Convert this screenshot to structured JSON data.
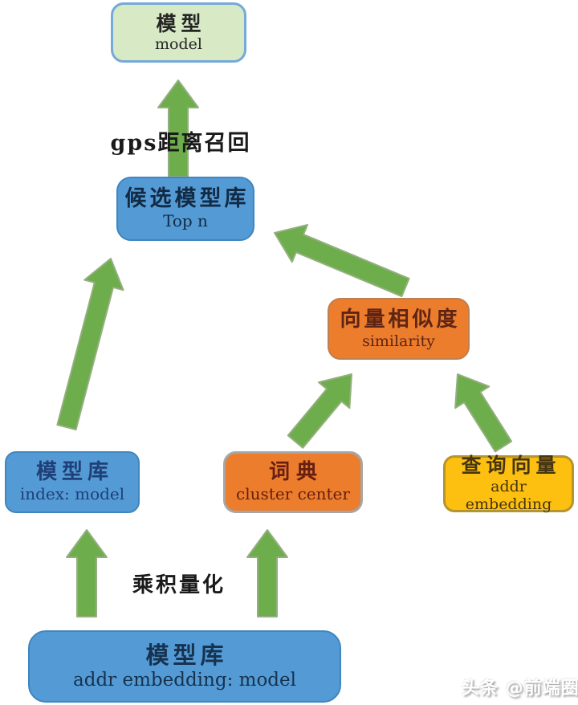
{
  "diagram": {
    "arrow": {
      "fill": "#6ead4b",
      "stroke": "#93af7f"
    },
    "nodes": {
      "model": {
        "title": "模型",
        "subtitle": "model",
        "fill": "#d8e9c6",
        "border": "#74a9d8",
        "text": "#262626"
      },
      "candidate": {
        "title": "候选模型库",
        "subtitle": "Top n",
        "fill": "#549bd5",
        "border": "#3e86bf",
        "text": "#122a44"
      },
      "similarity": {
        "title": "向量相似度",
        "subtitle": "similarity",
        "fill": "#ec7d2d",
        "border": "#bf7f4f",
        "text": "#5f2413"
      },
      "index_store": {
        "title": "模型库",
        "subtitle": "index: model",
        "fill": "#549bd5",
        "border": "#3e86bf",
        "text": "#1f3f77"
      },
      "dictionary": {
        "title": "词典",
        "subtitle": "cluster center",
        "fill": "#ec7d2d",
        "border": "#a6a6a6",
        "text": "#661f10"
      },
      "query_vector": {
        "title": "查询向量",
        "subtitle": "addr embedding",
        "fill": "#fdc010",
        "border": "#b5952c",
        "text": "#463511"
      },
      "embedding_store": {
        "title": "模型库",
        "subtitle": "addr embedding: model",
        "fill": "#549bd5",
        "border": "#3e86bf",
        "text": "#16324f"
      }
    },
    "edge_labels": {
      "gps_recall": "gps距离召回",
      "product_quantization": "乘积量化"
    }
  },
  "watermark": {
    "text": "头条 @前端圈"
  }
}
